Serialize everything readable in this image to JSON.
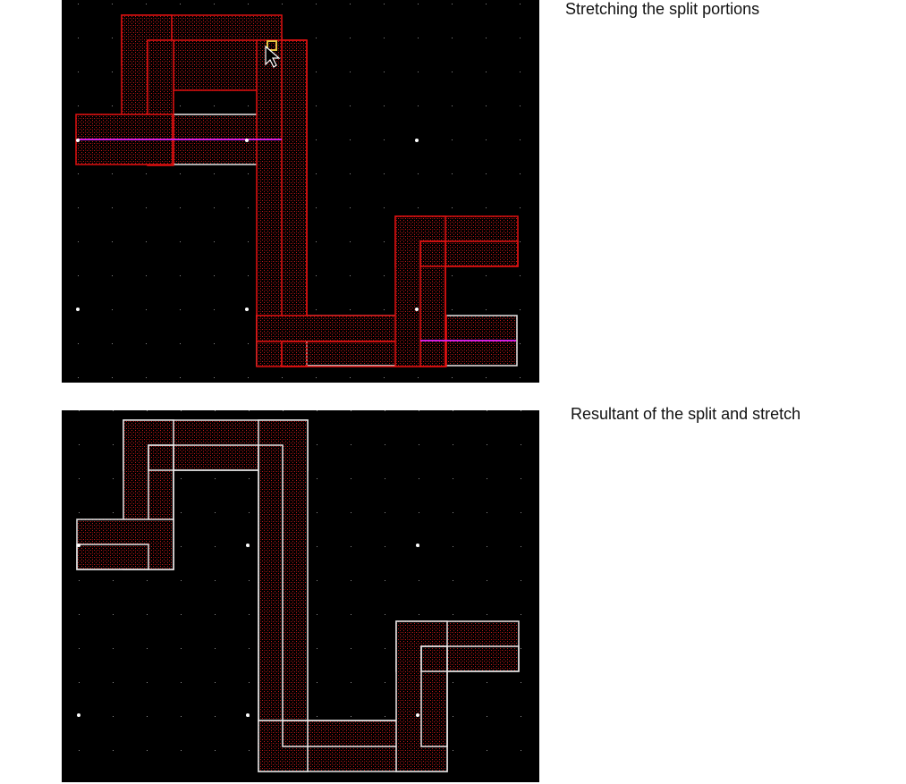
{
  "captions": {
    "top": "Stretching the split portions",
    "bottom": "Resultant of the split and stretch"
  },
  "colors": {
    "canvas_background": "#000000",
    "grid_dot": "#8a8a8a",
    "snap_dot": "#ffffff",
    "shape_fill": "#c01818",
    "shape_outline_active": "#e01010",
    "shape_outline_committed": "#e6e6e6",
    "split_line": "#d020e0",
    "cursor_marker": "#e0c040"
  },
  "panels": [
    {
      "id": "top",
      "state": "stretching",
      "cursor": "arrow-pointer-icon"
    },
    {
      "id": "bottom",
      "state": "resultant"
    }
  ]
}
